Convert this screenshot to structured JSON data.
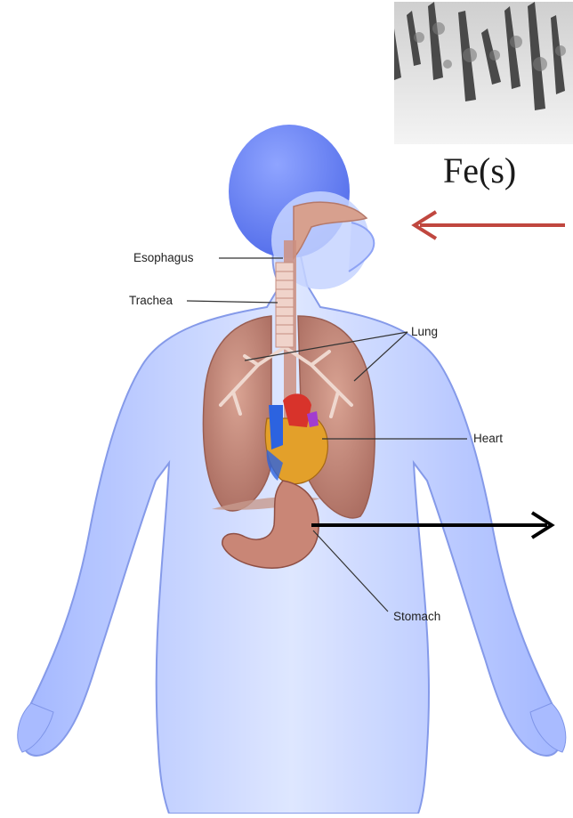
{
  "diagram": {
    "labels": {
      "esophagus": "Esophagus",
      "trachea": "Trachea",
      "lung": "Lung",
      "heart": "Heart",
      "stomach": "Stomach"
    },
    "photo_caption": "Fe(s)",
    "colors": {
      "body": "#b9c9ff",
      "body_outline": "#7f95e8",
      "head": "#5f79f0",
      "lung": "#c98a7c",
      "organ": "#d89b8c",
      "heart_red": "#d8332b",
      "heart_blue": "#2c63e0",
      "heart_gold": "#e3a02a",
      "red_arrow": "#c0473f",
      "black_arrow": "#000000"
    }
  }
}
